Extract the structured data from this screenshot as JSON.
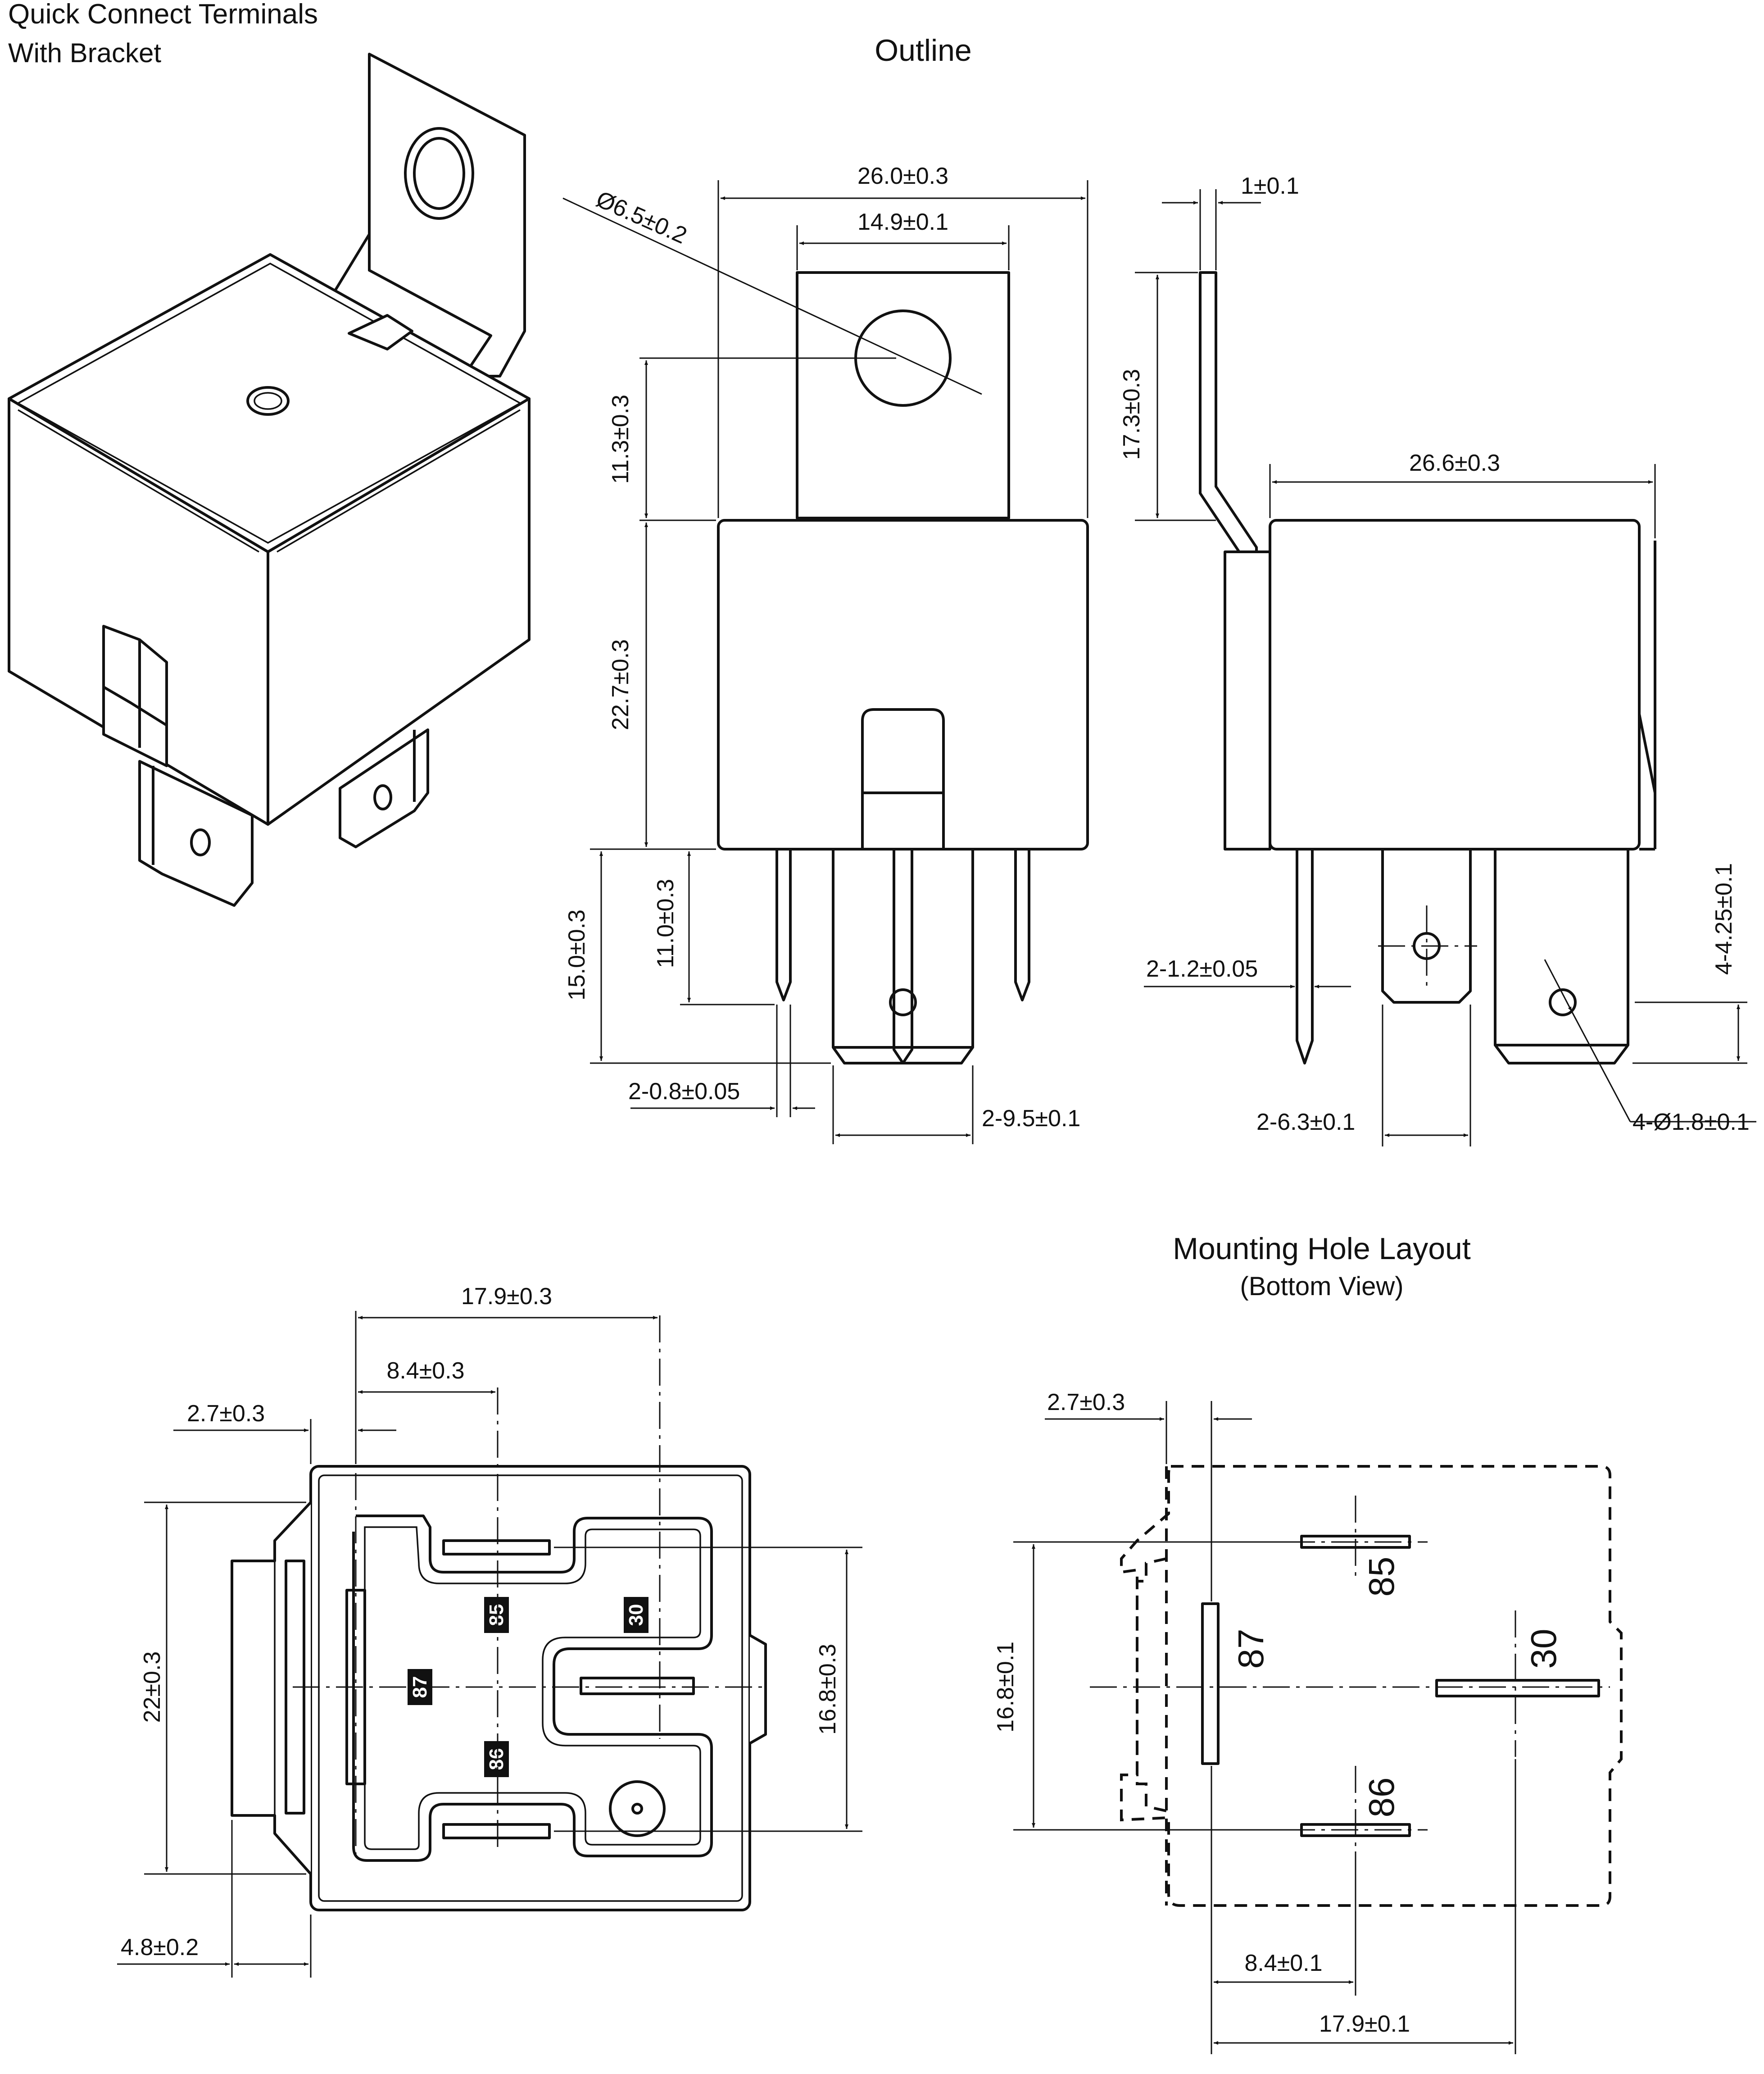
{
  "header": {
    "title_line1": "Quick Connect Terminals",
    "title_line2": "With Bracket"
  },
  "outline": {
    "title": "Outline",
    "dims": {
      "body_width": "26.0±0.3",
      "bracket_width": "14.9±0.1",
      "hole_diameter": "Ø6.5±0.2",
      "bracket_height": "11.3±0.3",
      "body_height": "22.7±0.3",
      "terminal_length": "15.0±0.3",
      "pin_length": "11.0±0.3",
      "pin_width": "2-0.8±0.05",
      "blade_width": "2-9.5±0.1",
      "bracket_thickness": "1±0.1",
      "bracket_side_height": "17.3±0.3",
      "side_body_width": "26.6±0.3",
      "side_pin_width": "2-1.2±0.05",
      "hole_offset": "4-4.25±0.1",
      "blade_hole": "4-Ø1.8±0.1",
      "side_blade_width": "2-6.3±0.1"
    }
  },
  "bottom_view": {
    "dims": {
      "overall_width": "17.9±0.3",
      "pin_offset": "8.4±0.3",
      "edge_offset": "2.7±0.3",
      "height": "22±0.3",
      "pin_span": "16.8±0.3",
      "flange_depth": "4.8±0.2"
    },
    "pins": [
      "85",
      "30",
      "87",
      "86"
    ]
  },
  "mounting_layout": {
    "title": "Mounting Hole Layout",
    "subtitle": "(Bottom View)",
    "dims": {
      "edge_offset": "2.7±0.3",
      "pin_span": "16.8±0.1",
      "pin_offset": "8.4±0.1",
      "overall_width": "17.9±0.1"
    },
    "pins": [
      "85",
      "87",
      "30",
      "86"
    ]
  }
}
